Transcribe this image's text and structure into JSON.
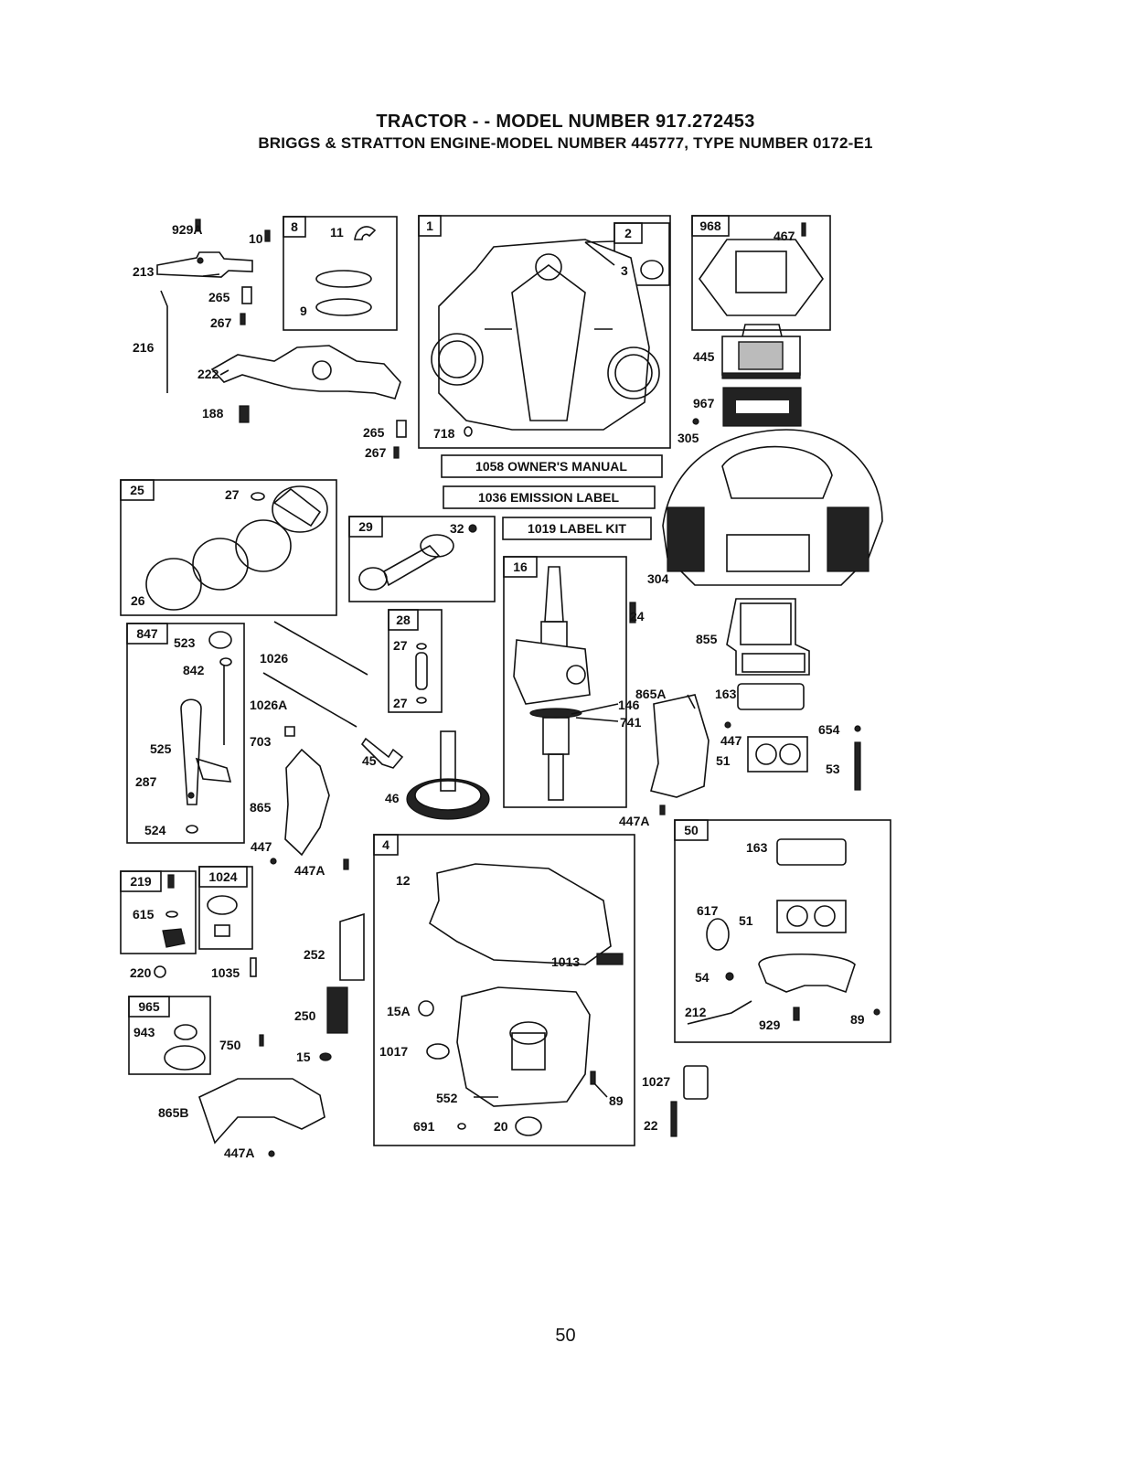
{
  "header": {
    "title": "TRACTOR - - MODEL NUMBER 917.272453",
    "subtitle": "BRIGGS & STRATTON ENGINE-MODEL NUMBER 445777, TYPE NUMBER 0172-E1"
  },
  "tags": {
    "owners_manual": "1058 OWNER'S MANUAL",
    "emission_label": "1036 EMISSION LABEL",
    "label_kit": "1019 LABEL KIT"
  },
  "box_numbers": {
    "b8": "8",
    "b1": "1",
    "b2": "2",
    "b968": "968",
    "b25": "25",
    "b29": "29",
    "b16": "16",
    "b28": "28",
    "b847": "847",
    "b4": "4",
    "b50": "50",
    "b219": "219",
    "b1024": "1024",
    "b965": "965"
  },
  "part_labels": {
    "p929A": "929A",
    "p10": "10",
    "p11": "11",
    "p9": "9",
    "p213": "213",
    "p265a": "265",
    "p267a": "267",
    "p216": "216",
    "p222": "222",
    "p188": "188",
    "p265b": "265",
    "p267b": "267",
    "p3": "3",
    "p718": "718",
    "p467": "467",
    "p445": "445",
    "p967": "967",
    "p305": "305",
    "p27a": "27",
    "p26": "26",
    "p32": "32",
    "p304": "304",
    "p24": "24",
    "p855": "855",
    "p27b": "27",
    "p27c": "27",
    "p146": "146",
    "p741": "741",
    "p865A": "865A",
    "p163a": "163",
    "p447a": "447",
    "p51a": "51",
    "p654": "654",
    "p53": "53",
    "p523": "523",
    "p842": "842",
    "p1026": "1026",
    "p1026A": "1026A",
    "p703": "703",
    "p45": "45",
    "p46": "46",
    "p525": "525",
    "p287": "287",
    "p524": "524",
    "p865": "865",
    "p447b": "447",
    "p447A1": "447A",
    "p447A2": "447A",
    "p12": "12",
    "p1013": "1013",
    "p163b": "163",
    "p617": "617",
    "p51b": "51",
    "p54": "54",
    "p212": "212",
    "p929": "929",
    "p89a": "89",
    "p615": "615",
    "p220": "220",
    "p1035": "1035",
    "p252": "252",
    "p250": "250",
    "p15A": "15A",
    "p1017": "1017",
    "p15": "15",
    "p943": "943",
    "p750": "750",
    "p552": "552",
    "p89b": "89",
    "p1027": "1027",
    "p22": "22",
    "p691": "691",
    "p20": "20",
    "p865B": "865B",
    "p447A3": "447A"
  },
  "page_number": "50"
}
